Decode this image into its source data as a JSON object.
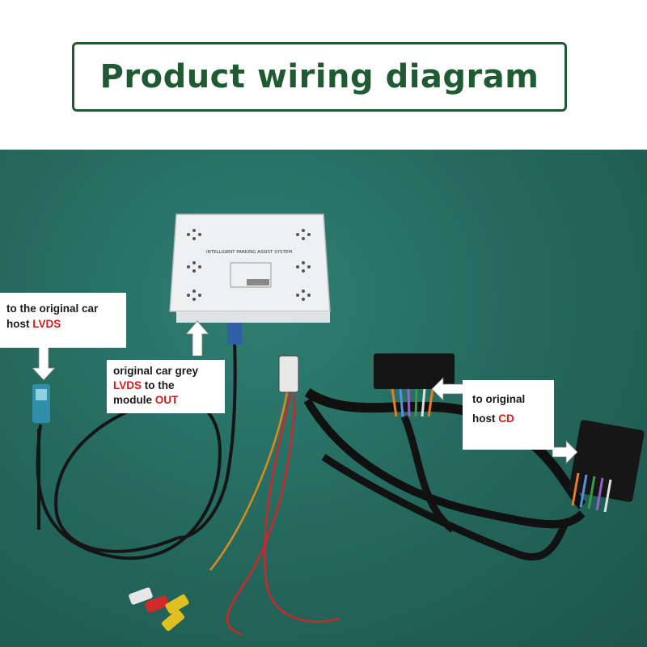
{
  "title": "Product wiring diagram",
  "callouts": {
    "lvds_host": {
      "line1": "to the original car",
      "line2_plain": "host ",
      "line2_red": "LVDS"
    },
    "grey_lvds": {
      "line1": "original car grey",
      "line2_red": "LVDS",
      "line2_plain": " to the",
      "line3_plain": "module ",
      "line3_red": "OUT"
    },
    "cd_host": {
      "line1": "to original",
      "line2_plain": "host ",
      "line2_red": "CD"
    }
  },
  "module": {
    "label": "INTELLIGENT PARKING ASSIST SYSTEM"
  },
  "colors": {
    "title_green": "#1f5a33",
    "highlight_red": "#d41c1c",
    "mat_green": "#256a5f"
  }
}
